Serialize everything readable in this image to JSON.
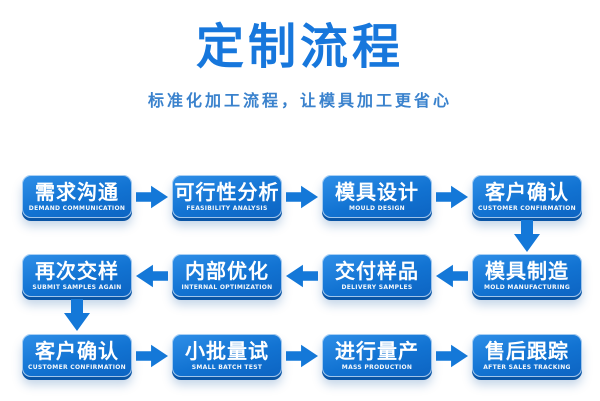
{
  "header": {
    "title": "定制流程",
    "subtitle": "标准化加工流程，让模具加工更省心"
  },
  "colors": {
    "background": "#ffffff",
    "title_blue": "#1777dc",
    "subtitle_blue": "#3a82cd",
    "box_gradient_top": "#2f8fe8",
    "box_gradient_mid": "#1273d2",
    "box_gradient_bottom": "#0d64c2",
    "box_edge": "#0a55a5",
    "arrow_blue": "#1478d8",
    "box_text": "#ffffff"
  },
  "flow": {
    "rows": [
      {
        "direction": "right",
        "steps": [
          {
            "zh": "需求沟通",
            "en": "DEMAND COMMUNICATION"
          },
          {
            "zh": "可行性分析",
            "en": "FEASIBILITY ANALYSIS"
          },
          {
            "zh": "模具设计",
            "en": "MOULD DESIGN"
          },
          {
            "zh": "客户确认",
            "en": "CUSTOMER CONFIRMATION"
          }
        ]
      },
      {
        "direction": "left",
        "steps": [
          {
            "zh": "再次交样",
            "en": "SUBMIT SAMPLES AGAIN"
          },
          {
            "zh": "内部优化",
            "en": "INTERNAL OPTIMIZATION"
          },
          {
            "zh": "交付样品",
            "en": "DELIVERY SAMPLES"
          },
          {
            "zh": "模具制造",
            "en": "MOLD MANUFACTURING"
          }
        ]
      },
      {
        "direction": "right",
        "steps": [
          {
            "zh": "客户确认",
            "en": "CUSTOMER CONFIRMATION"
          },
          {
            "zh": "小批量试",
            "en": "SMALL BATCH TEST"
          },
          {
            "zh": "进行量产",
            "en": "MASS PRODUCTION"
          },
          {
            "zh": "售后跟踪",
            "en": "AFTER SALES TRACKING"
          }
        ]
      }
    ]
  }
}
